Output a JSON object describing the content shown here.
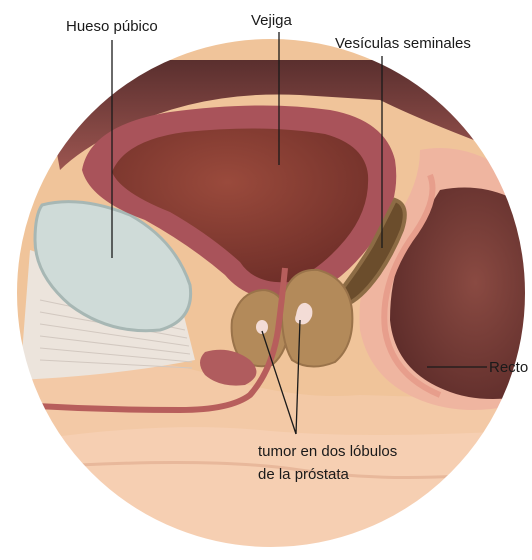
{
  "labels": {
    "pubic_bone": "Hueso púbico",
    "bladder": "Vejiga",
    "seminal_vesicles": "Vesículas seminales",
    "rectum": "Recto",
    "tumor_line1": "tumor en dos lóbulos",
    "tumor_line2": "de la próstata"
  },
  "colors": {
    "background_tissue": "#f0c49a",
    "bladder_wall": "#a9535a",
    "bladder_lumen": "#8a3d33",
    "prostate": "#b38a5a",
    "tumor": "#f3dcd6",
    "bone": "#cfdbd8",
    "rectum": "#7a3f3a",
    "leader_line": "#1a1a1a"
  }
}
